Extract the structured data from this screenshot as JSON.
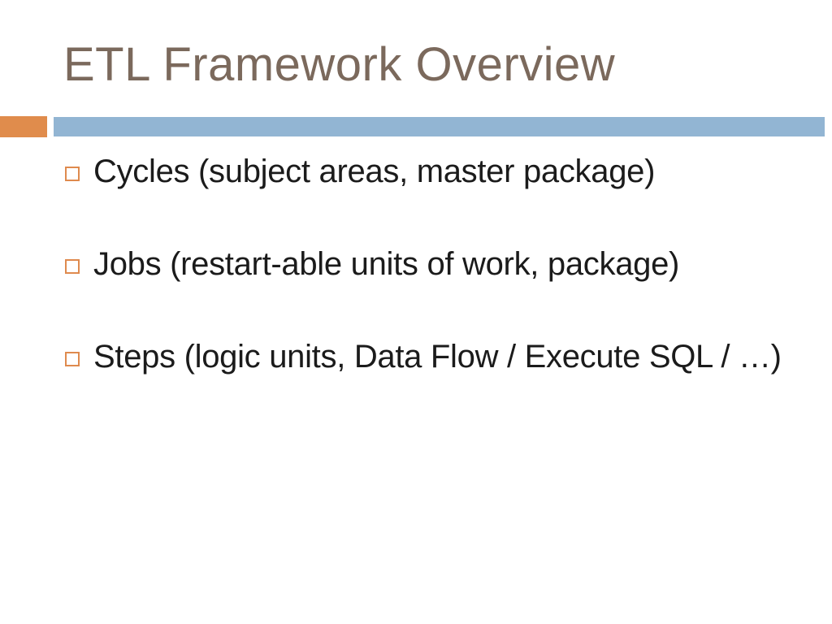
{
  "slide": {
    "title": "ETL Framework Overview",
    "bullets": [
      "Cycles (subject areas, master package)",
      "Jobs (restart-able units of work, package)",
      "Steps (logic units, Data Flow / Execute SQL / …)"
    ],
    "colors": {
      "accent_orange": "#E08C4C",
      "bullet_outline": "#DF8A4E",
      "band_blue": "#92B5D3",
      "title_brown": "#7B695C",
      "body_text": "#1B1B1B",
      "background": "#FFFFFF"
    }
  }
}
